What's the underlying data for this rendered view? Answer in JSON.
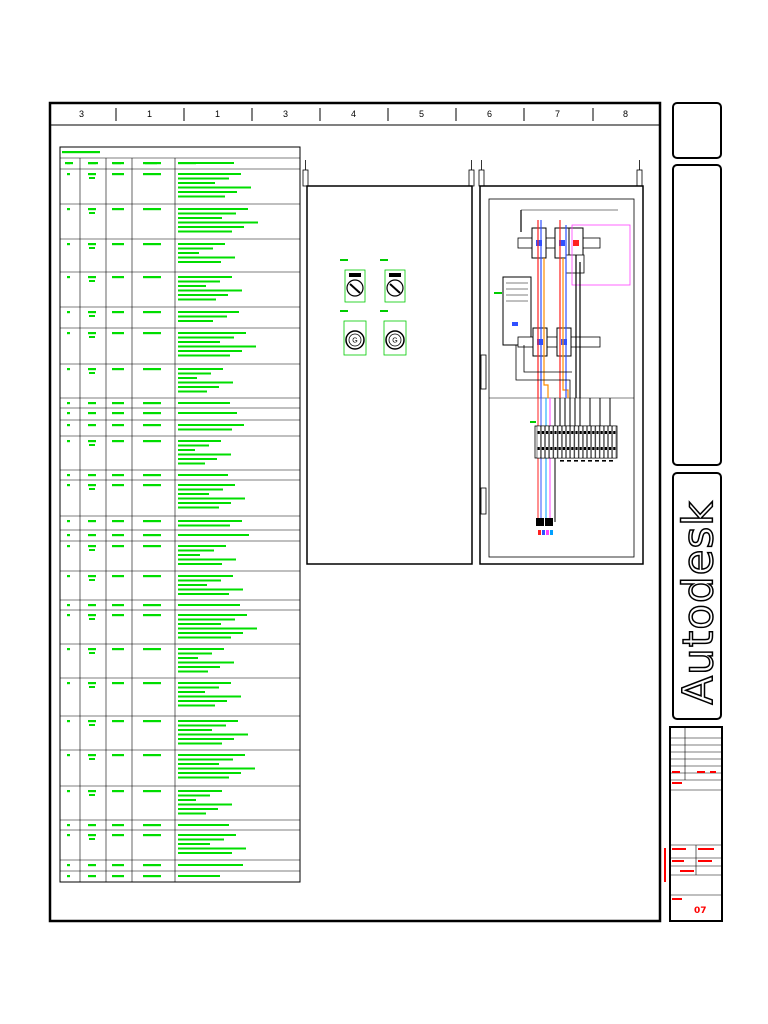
{
  "colors": {
    "frame": "#000000",
    "table_text": "#00dd00",
    "wire_red": "#ff2020",
    "wire_blue": "#3050ff",
    "wire_orange": "#ff8c00",
    "wire_magenta": "#ff40ff",
    "component": "#00cc00",
    "titleblock_red": "#ff0000"
  },
  "column_numbers": [
    "3",
    "1",
    "1",
    "3",
    "4",
    "5",
    "6",
    "7",
    "8"
  ],
  "brand": {
    "logo_text": "Autodesk"
  },
  "title_block": {
    "sheet_number": "07",
    "icons": [
      "logo-icon"
    ]
  }
}
